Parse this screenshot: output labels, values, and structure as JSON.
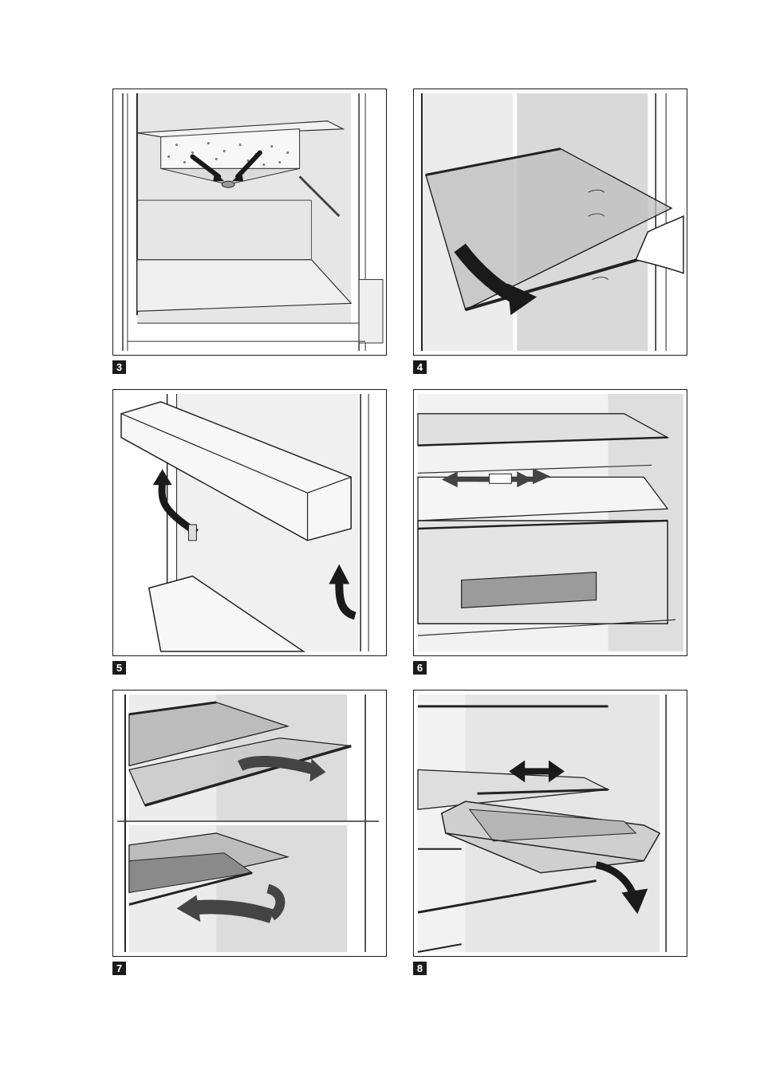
{
  "figures": [
    {
      "number": "3"
    },
    {
      "number": "4"
    },
    {
      "number": "5"
    },
    {
      "number": "6"
    },
    {
      "number": "7"
    },
    {
      "number": "8"
    }
  ]
}
